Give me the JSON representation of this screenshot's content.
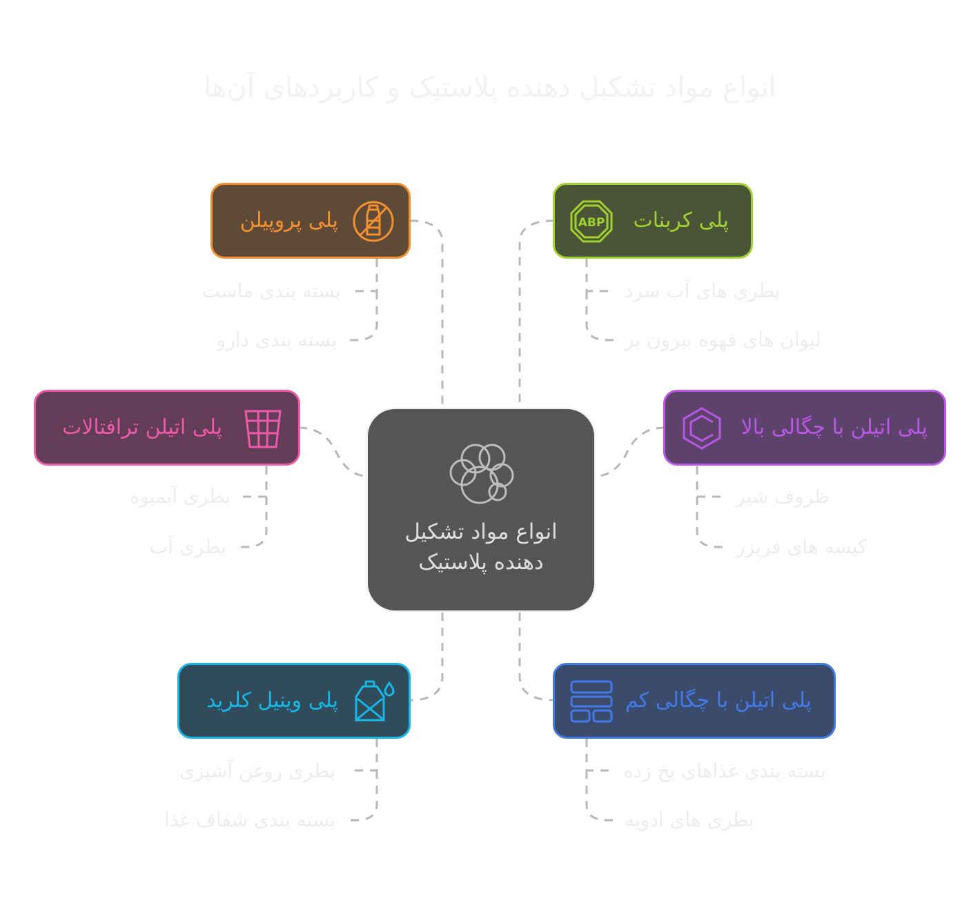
{
  "title": "انواع مواد تشکیل دهنده پلاستیک و کاربردهای آن‌ها",
  "center": {
    "label_line1": "انواع مواد تشکیل",
    "label_line2": "دهنده پلاستیک",
    "icon": "cloud-cluster-icon"
  },
  "nodes": {
    "polypropylene": {
      "label": "پلی پروپیلن",
      "icon": "no-bottle-icon",
      "color": "#f39130",
      "fill": "#5e4a36",
      "uses": [
        "بسته بندی ماست",
        "بسته بندی دارو"
      ]
    },
    "polycarbonate": {
      "label": "پلی کربنات",
      "icon": "abp-octagon-icon",
      "color": "#a3d12e",
      "fill": "#4a5436",
      "uses": [
        "بطری های آب سرد",
        "لیوان های قهوه بیرون بر"
      ]
    },
    "pet": {
      "label": "پلی اتیلن ترافتالات",
      "icon": "cup-icon",
      "color": "#ef5aa8",
      "fill": "#633c57",
      "uses": [
        "بطری آبمیوه",
        "بطری آب"
      ]
    },
    "hdpe": {
      "label": "پلی اتیلن با چگالی بالا",
      "icon": "hexagon-c-icon",
      "color": "#bb57e8",
      "fill": "#5d426c",
      "uses": [
        "ظروف شیر",
        "کیسه های فریزر"
      ]
    },
    "pvc": {
      "label": "پلی وینیل کلرید",
      "icon": "canister-drop-icon",
      "color": "#16b8ea",
      "fill": "#304c5b",
      "uses": [
        "بطری روغن آشپزی",
        "بسته بندی شفاف غذا"
      ]
    },
    "ldpe": {
      "label": "پلی اتیلن با چگالی کم",
      "icon": "layout-blocks-icon",
      "color": "#4479e8",
      "fill": "#3a4b6c",
      "uses": [
        "بسته بندی غذاهای یخ زده",
        "بطری های ادویه"
      ]
    }
  }
}
